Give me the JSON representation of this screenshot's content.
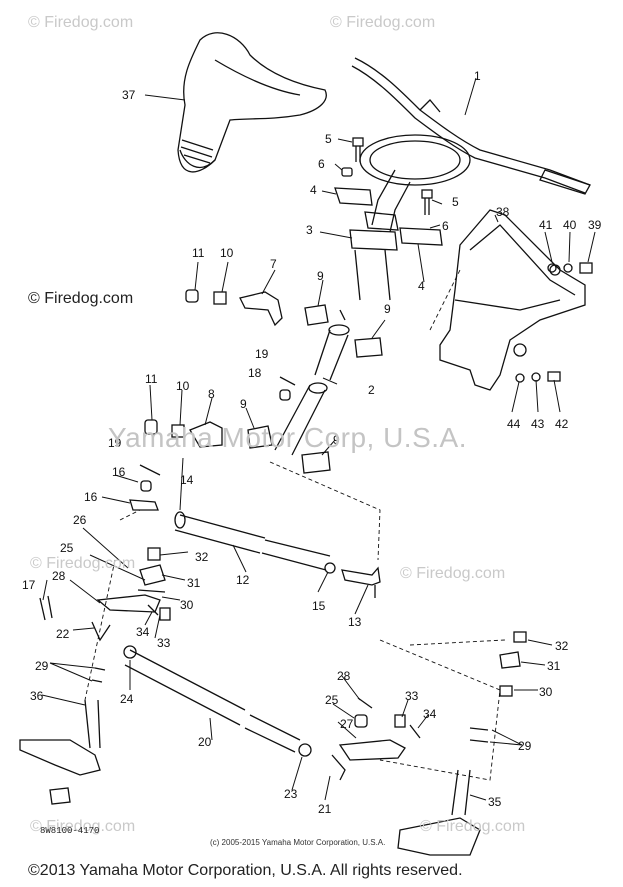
{
  "watermarks": {
    "top_left": "© Firedog.com",
    "top_center": "© Firedog.com",
    "mid_left": "© Firedog.com",
    "mid_right": "© Firedog.com",
    "lower_left": "© Firedog.com",
    "bottom_left": "© Firedog.com",
    "bottom_right": "© Firedog.com",
    "center": "Yamaha Motor Corp, U.S.A."
  },
  "diagram_code": "8W8100-4170",
  "copyright_small": "(c) 2005-2015 Yamaha Motor Corporation, U.S.A.",
  "copyright_main": "©2013 Yamaha Motor Corporation, U.S.A. All rights reserved.",
  "callouts": [
    "37",
    "1",
    "5",
    "6",
    "4",
    "5",
    "6",
    "3",
    "4",
    "38",
    "41",
    "40",
    "39",
    "11",
    "10",
    "7",
    "9",
    "9",
    "19",
    "18",
    "2",
    "11",
    "10",
    "8",
    "9",
    "9",
    "44",
    "43",
    "42",
    "19",
    "16",
    "14",
    "16",
    "26",
    "32",
    "25",
    "31",
    "28",
    "17",
    "30",
    "12",
    "15",
    "13",
    "22",
    "34",
    "33",
    "29",
    "24",
    "36",
    "20",
    "23",
    "21",
    "27",
    "28",
    "25",
    "33",
    "34",
    "32",
    "31",
    "30",
    "29",
    "35"
  ]
}
